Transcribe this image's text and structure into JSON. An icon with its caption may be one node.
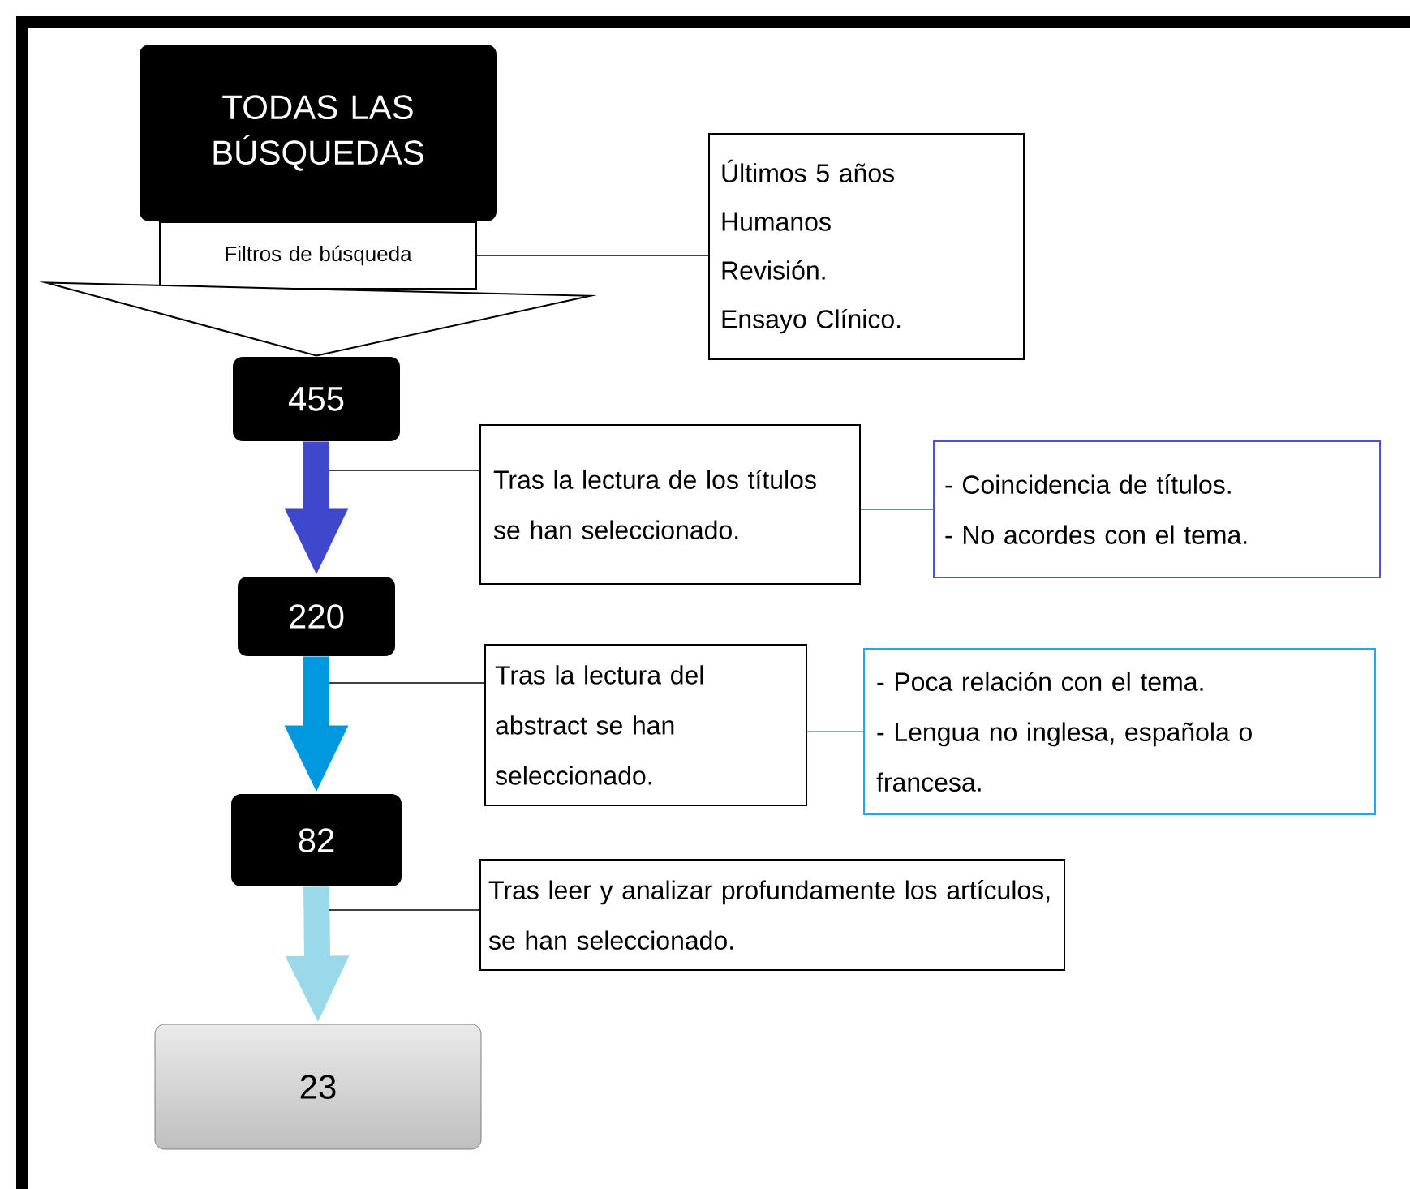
{
  "diagram": {
    "nodes": [
      {
        "text": [
          "TODAS LAS BÚSQUEDAS"
        ]
      },
      {
        "text": [
          "Filtros de búsqueda"
        ]
      },
      {
        "text": [
          "Últimos 5 años",
          "Humanos",
          "Revisión.",
          "Ensayo Clínico."
        ]
      },
      {
        "text": [
          "455"
        ]
      },
      {
        "text": [
          "Tras la lectura de los títulos se han seleccionado."
        ]
      },
      {
        "text": [
          "- Coincidencia de títulos.",
          "- No acordes con el tema."
        ]
      },
      {
        "text": [
          "220"
        ]
      },
      {
        "text": [
          "Tras la lectura del abstract se han seleccionado."
        ]
      },
      {
        "text": [
          "- Poca relación con el tema.",
          "- Lengua no inglesa, española o francesa."
        ]
      },
      {
        "text": [
          "82"
        ]
      },
      {
        "text": [
          "Tras leer y analizar profundamente los artículos, se han seleccionado."
        ]
      },
      {
        "text": [
          "23"
        ]
      }
    ],
    "edges": [
      {
        "from": 1,
        "to": 3,
        "arrow": "to"
      },
      {
        "from": 1,
        "to": 2,
        "arrow": "none"
      },
      {
        "from": 3,
        "to": 6,
        "arrow": "to",
        "style": "thick",
        "color": "#3f48cc"
      },
      {
        "from": null,
        "to": 4,
        "arrow": "none"
      },
      {
        "from": 4,
        "to": 5,
        "arrow": "none",
        "color": "#5050d0"
      },
      {
        "from": 6,
        "to": 9,
        "arrow": "to",
        "style": "thick",
        "color": "#0099e0"
      },
      {
        "from": null,
        "to": 7,
        "arrow": "none"
      },
      {
        "from": 7,
        "to": 8,
        "arrow": "none",
        "color": "#20a8e8"
      },
      {
        "from": 9,
        "to": 11,
        "arrow": "to",
        "style": "thick",
        "color": "#99d9ea"
      },
      {
        "from": null,
        "to": 10,
        "arrow": "none"
      }
    ]
  }
}
